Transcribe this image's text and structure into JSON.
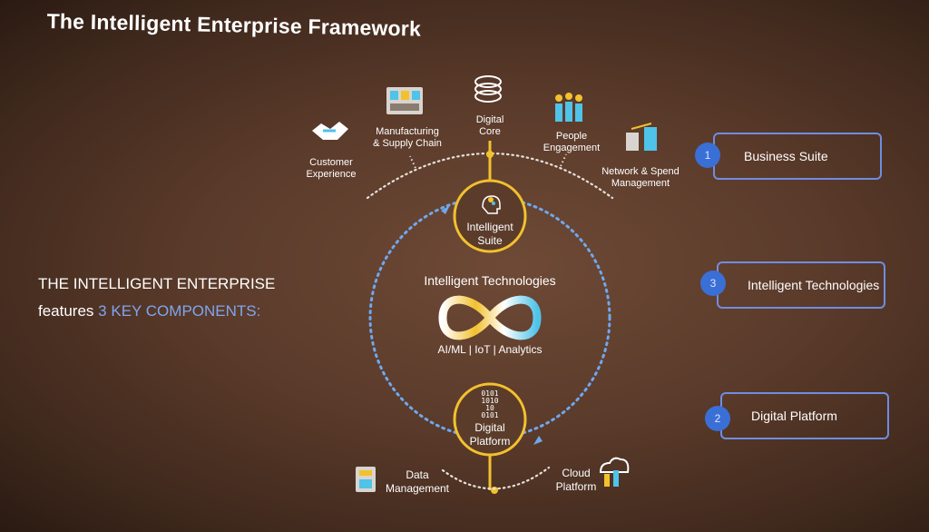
{
  "title": "The Intelligent Enterprise Framework",
  "lead": {
    "line1": "THE INTELLIGENT ENTERPRISE",
    "line2_prefix": "features",
    "line2_accent": "3 KEY COMPONENTS:"
  },
  "top_arc_items": [
    {
      "label_l1": "Customer",
      "label_l2": "Experience",
      "icon": "handshake-icon"
    },
    {
      "label_l1": "Manufacturing",
      "label_l2": "& Supply Chain",
      "icon": "factory-icon"
    },
    {
      "label_l1": "Digital",
      "label_l2": "Core",
      "icon": "core-stack-icon"
    },
    {
      "label_l1": "People",
      "label_l2": "Engagement",
      "icon": "people-icon"
    },
    {
      "label_l1": "Network & Spend",
      "label_l2": "Management",
      "icon": "network-icon"
    }
  ],
  "intelligent_suite": {
    "l1": "Intelligent",
    "l2": "Suite"
  },
  "intelligent_technologies": {
    "title": "Intelligent Technologies",
    "sub": "AI/ML | IoT | Analytics"
  },
  "digital_platform": {
    "l1": "Digital",
    "l2": "Platform",
    "binary": [
      "0101",
      "1010",
      "10",
      "0101"
    ]
  },
  "bottom_items": [
    {
      "label_l1": "Data",
      "label_l2": "Management",
      "icon": "data-management-icon"
    },
    {
      "label_l1": "Cloud",
      "label_l2": "Platform",
      "icon": "cloud-platform-icon"
    }
  ],
  "components": [
    {
      "number": "1",
      "label": "Business Suite"
    },
    {
      "number": "3",
      "label": "Intelligent Technologies"
    },
    {
      "number": "2",
      "label": "Digital Platform"
    }
  ],
  "colors": {
    "accent_blue": "#6f8de0",
    "badge_blue": "#3a6fd6",
    "dot_blue": "#6fa8f0",
    "gold": "#f2c12e",
    "cyan": "#4fc3e8"
  }
}
